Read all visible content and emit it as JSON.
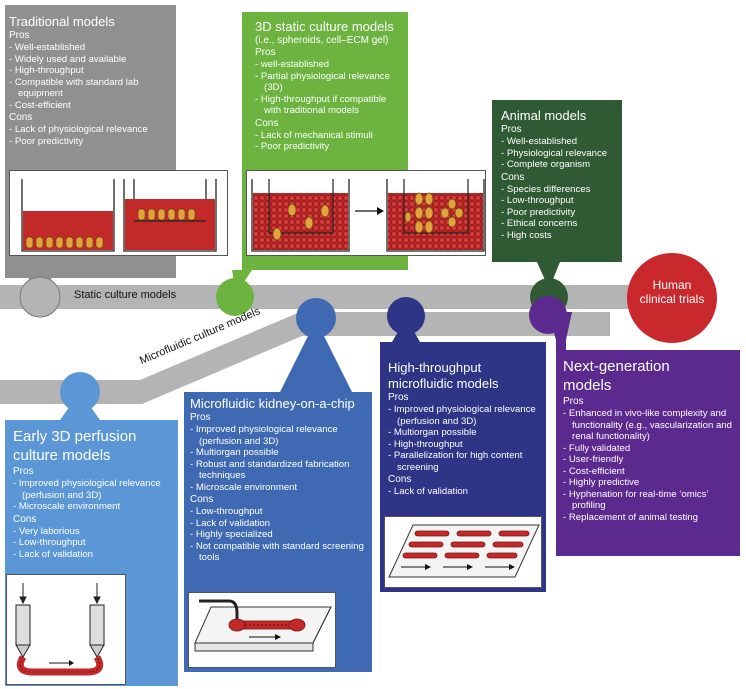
{
  "colors": {
    "traditional": "#909090",
    "static3d": "#6cb33f",
    "animal": "#2f5a34",
    "human": "#c9282d",
    "early": "#5b97d6",
    "kidney": "#3f6ab3",
    "highthroughput": "#2e3486",
    "nextgen": "#5c2a8f",
    "timeline": "#b4b4b4",
    "cells": "#c22a2a"
  },
  "timeline": {
    "static_label": "Static culture models",
    "microfluidic_label": "Microfluidic culture models",
    "human_label_line1": "Human",
    "human_label_line2": "clinical trials"
  },
  "traditional": {
    "title": "Traditional models",
    "pros_label": "Pros",
    "pros": [
      "Well-established",
      "Widely used and available",
      "High-throughput",
      "Compatible with standard lab equipment",
      "Cost-efficient"
    ],
    "cons_label": "Cons",
    "cons": [
      "Lack of physiological relevance",
      "Poor predictivity"
    ]
  },
  "static3d": {
    "title": "3D static culture models",
    "subtitle": "(i.e., spheroids, cell–ECM gel)",
    "pros_label": "Pros",
    "pros": [
      "well-established",
      "Partial physiological relevance (3D)",
      "High-throughput if compatible with traditional models"
    ],
    "cons_label": "Cons",
    "cons": [
      "Lack of mechanical stimuli",
      "Poor predictivity"
    ]
  },
  "animal": {
    "title": "Animal models",
    "pros_label": "Pros",
    "pros": [
      "Well-established",
      "Physiological relevance",
      "Complete organism"
    ],
    "cons_label": "Cons",
    "cons": [
      "Species differences",
      "Low-throughput",
      "Poor predictivity",
      "Ethical concerns",
      "High costs"
    ]
  },
  "early": {
    "title_line1": "Early 3D perfusion",
    "title_line2": "culture models",
    "pros_label": "Pros",
    "pros": [
      "Improved physiological relevance (perfusion and 3D)",
      "Microscale environment"
    ],
    "cons_label": "Cons",
    "cons": [
      "Very laborious",
      "Low-throughput",
      "Lack of validation"
    ]
  },
  "kidney": {
    "title": "Microfluidic kidney-on-a-chip",
    "pros_label": "Pros",
    "pros": [
      "Improved physiological relevance (perfusion and 3D)",
      "Multiorgan possible",
      "Robust and standardized fabrication techniques",
      "Microscale environment"
    ],
    "cons_label": "Cons",
    "cons": [
      "Low-throughput",
      "Lack of validation",
      "Highly specialized",
      "Not compatible with standard screening tools"
    ]
  },
  "highthroughput": {
    "title_line1": "High-throughput",
    "title_line2": "microfluidic models",
    "pros_label": "Pros",
    "pros": [
      "Improved physiological relevance (perfusion and 3D)",
      "Multiorgan possible",
      "High-throughput",
      "Parallelization for high content screening"
    ],
    "cons_label": "Cons",
    "cons": [
      "Lack of validation"
    ]
  },
  "nextgen": {
    "title_line1": "Next-generation",
    "title_line2": "models",
    "pros_label": "Pros",
    "pros": [
      "Enhanced in vivo-like complexity and functionality (e.g., vascularization and renal functionality)",
      "Fully validated",
      "User-friendly",
      "Cost-efficient",
      "Highly predictive",
      "Hyphenation for real-time ‘omics’ profiling",
      "Replacement of animal testing"
    ]
  }
}
